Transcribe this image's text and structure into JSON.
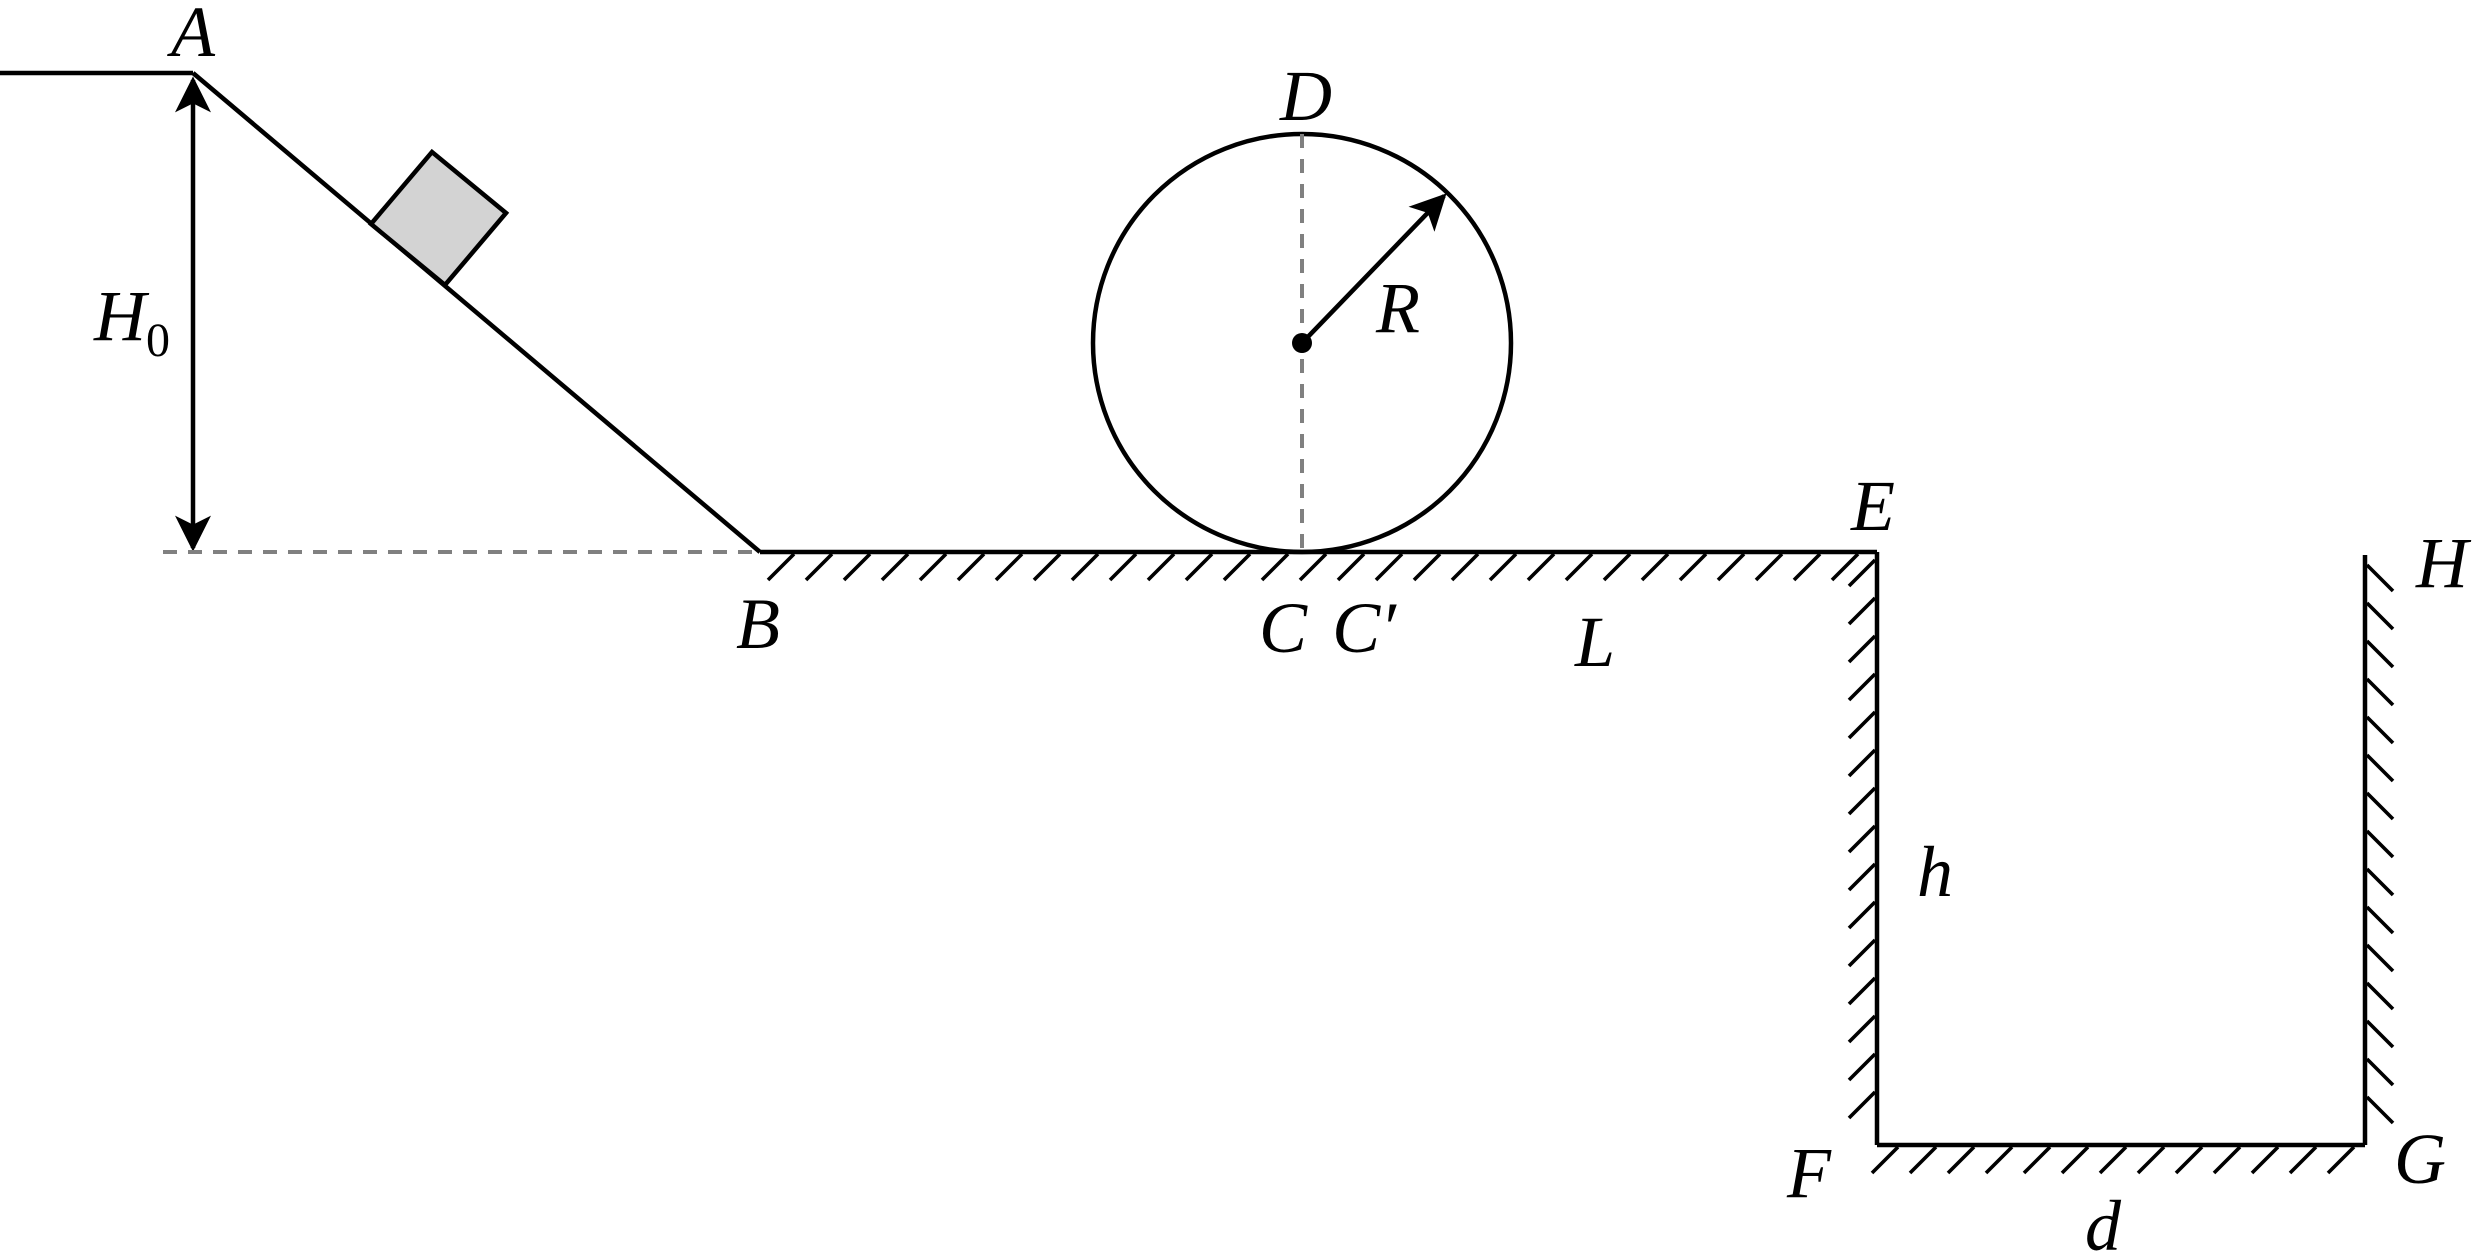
{
  "labels": {
    "A": "A",
    "D": "D",
    "H0_main": "H",
    "H0_sub": "0",
    "R": "R",
    "E": "E",
    "H": "H",
    "B": "B",
    "C": "C",
    "C_prime": "C′",
    "L": "L",
    "h": "h",
    "F": "F",
    "G": "G",
    "d": "d"
  },
  "colors": {
    "line": "#000000",
    "block_fill": "#d3d3d3",
    "dashed": "#808080"
  }
}
